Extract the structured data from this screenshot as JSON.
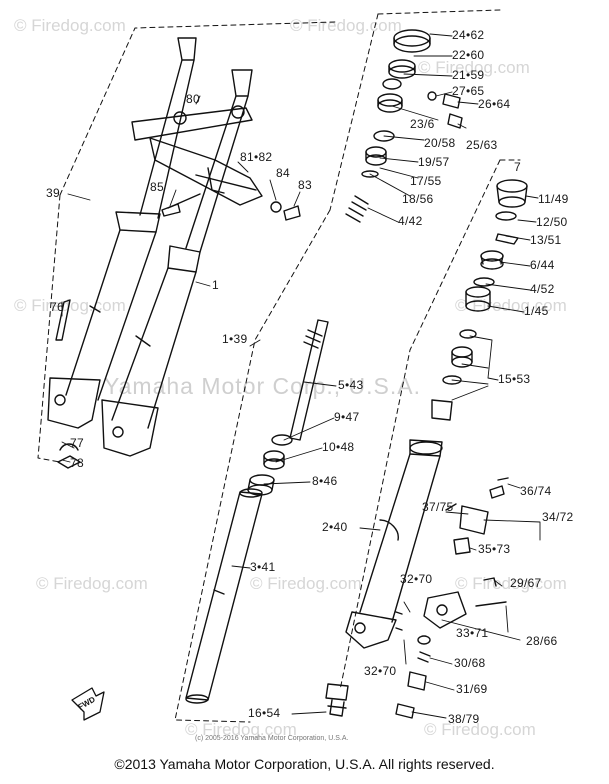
{
  "watermark": {
    "brand": "Firedog.com",
    "copyright_mark": "©",
    "center_text": "Yamaha Motor Corp., U.S.A."
  },
  "diagram": {
    "front_arrow_label": "FWD",
    "callouts": {
      "c39": "39",
      "c80": "80",
      "c8182": "81•82",
      "c84": "84",
      "c85": "85",
      "c83": "83",
      "c1": "1",
      "c76": "76",
      "c77": "77",
      "c78": "78",
      "c2462": "24•62",
      "c2260": "22•60",
      "c2159": "21•59",
      "c2765": "27•65",
      "c2664": "26•64",
      "c236": "23/6",
      "c2058": "20/58",
      "c2563": "25/63",
      "c1957": "19/57",
      "c1755": "17/55",
      "c1856": "18/56",
      "c442": "4/42",
      "c7": "7",
      "c1149": "11/49",
      "c1250": "12/50",
      "c1351": "13/51",
      "c644": "6/44",
      "c452": "4/52",
      "c145": "1/45",
      "c1553": "15•53",
      "c139": "1•39",
      "c543": "5•43",
      "c947": "9•47",
      "c1048": "10•48",
      "c846": "8•46",
      "c240": "2•40",
      "c341": "3•41",
      "c1654": "16•54",
      "c3775": "37/75",
      "c3674": "36/74",
      "c3472": "34/72",
      "c3573": "35•73",
      "c3270a": "32•70",
      "c3270b": "32•70",
      "c2967": "29/67",
      "c3371": "33•71",
      "c2866": "28/66",
      "c3068": "30/68",
      "c3169": "31/69",
      "c3879": "38/79"
    }
  },
  "copyright_small": "(c) 2005-2016 Yamaha Motor Corporation, U.S.A.",
  "footer": "©2013 Yamaha Motor Corporation, U.S.A. All rights reserved."
}
